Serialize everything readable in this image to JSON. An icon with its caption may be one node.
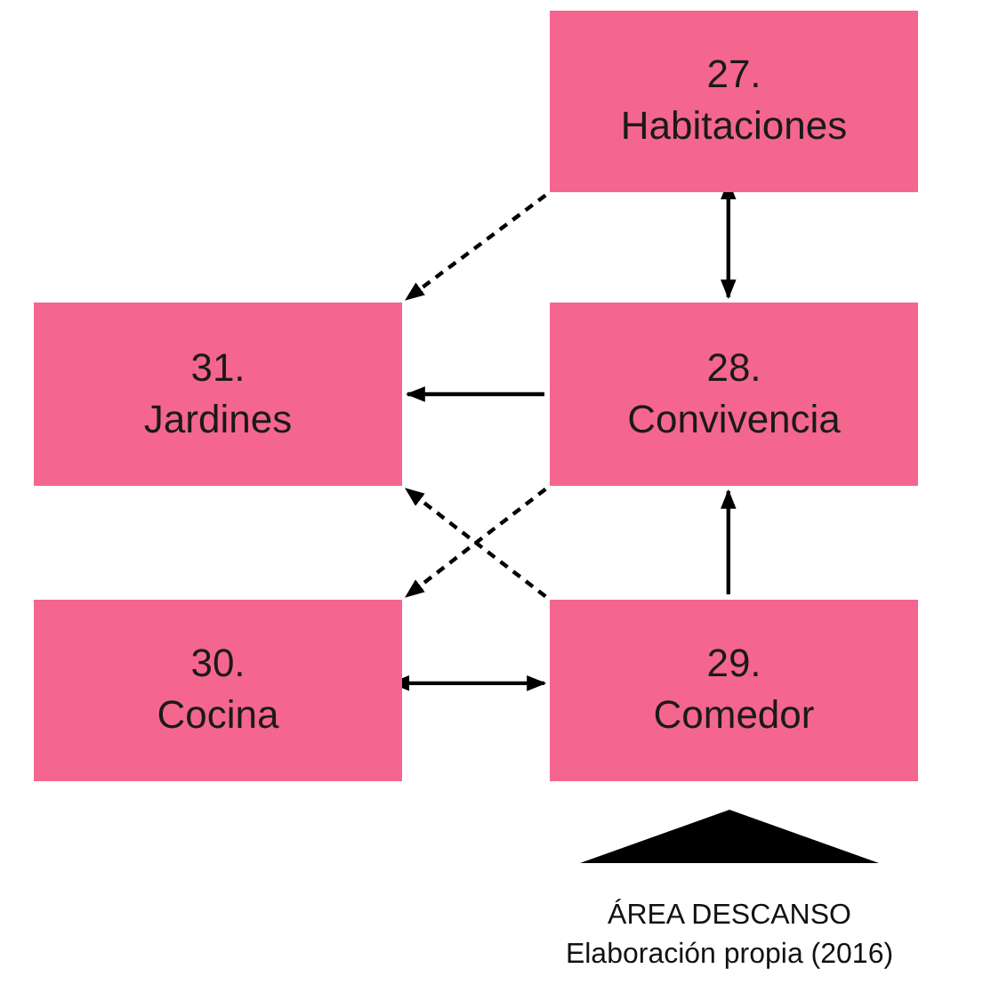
{
  "diagram": {
    "nodes": [
      {
        "text": [
          "27.",
          "Habitaciones"
        ]
      },
      {
        "text": [
          "31.",
          "Jardines"
        ]
      },
      {
        "text": [
          "28.",
          "Convivencia"
        ]
      },
      {
        "text": [
          "30.",
          "Cocina"
        ]
      },
      {
        "text": [
          "29.",
          "Comedor"
        ]
      },
      {
        "text": [],
        "shape": "triangle",
        "beside": [
          "ÁREA DESCANSO"
        ]
      }
    ],
    "edges": [
      {
        "from": 0,
        "to": 1,
        "arrow": "to",
        "style": "dashed"
      },
      {
        "from": 0,
        "to": 2,
        "arrow": "both"
      },
      {
        "from": 2,
        "to": 1,
        "arrow": "to"
      },
      {
        "from": 4,
        "to": 1,
        "arrow": "to",
        "style": "dashed"
      },
      {
        "from": 2,
        "to": 3,
        "arrow": "to",
        "style": "dashed"
      },
      {
        "from": 3,
        "to": 4,
        "arrow": "both"
      },
      {
        "from": 4,
        "to": 2,
        "arrow": "to"
      }
    ],
    "labels": [
      "Elaboración propia (2016)"
    ]
  }
}
